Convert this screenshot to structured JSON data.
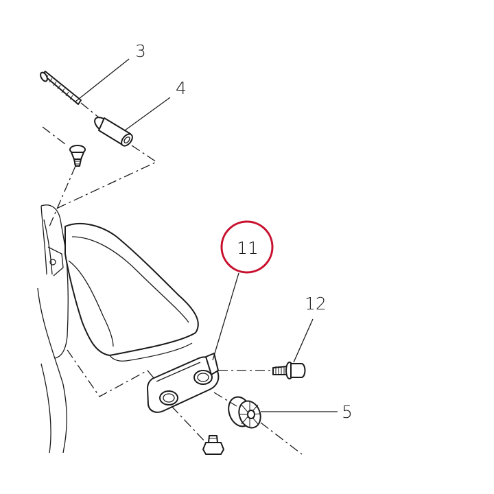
{
  "callouts": [
    {
      "id": "3",
      "label": "3"
    },
    {
      "id": "4",
      "label": "4"
    },
    {
      "id": "11",
      "label": "11"
    },
    {
      "id": "12",
      "label": "12"
    },
    {
      "id": "5",
      "label": "5"
    }
  ],
  "highlight": {
    "label": "11",
    "color": "#c8102e"
  },
  "parts": [
    "long-bolt",
    "flanged-spacer",
    "small-screw",
    "bracket-plate",
    "flange-bolt",
    "grommet",
    "lower-screw",
    "fender-shell"
  ]
}
